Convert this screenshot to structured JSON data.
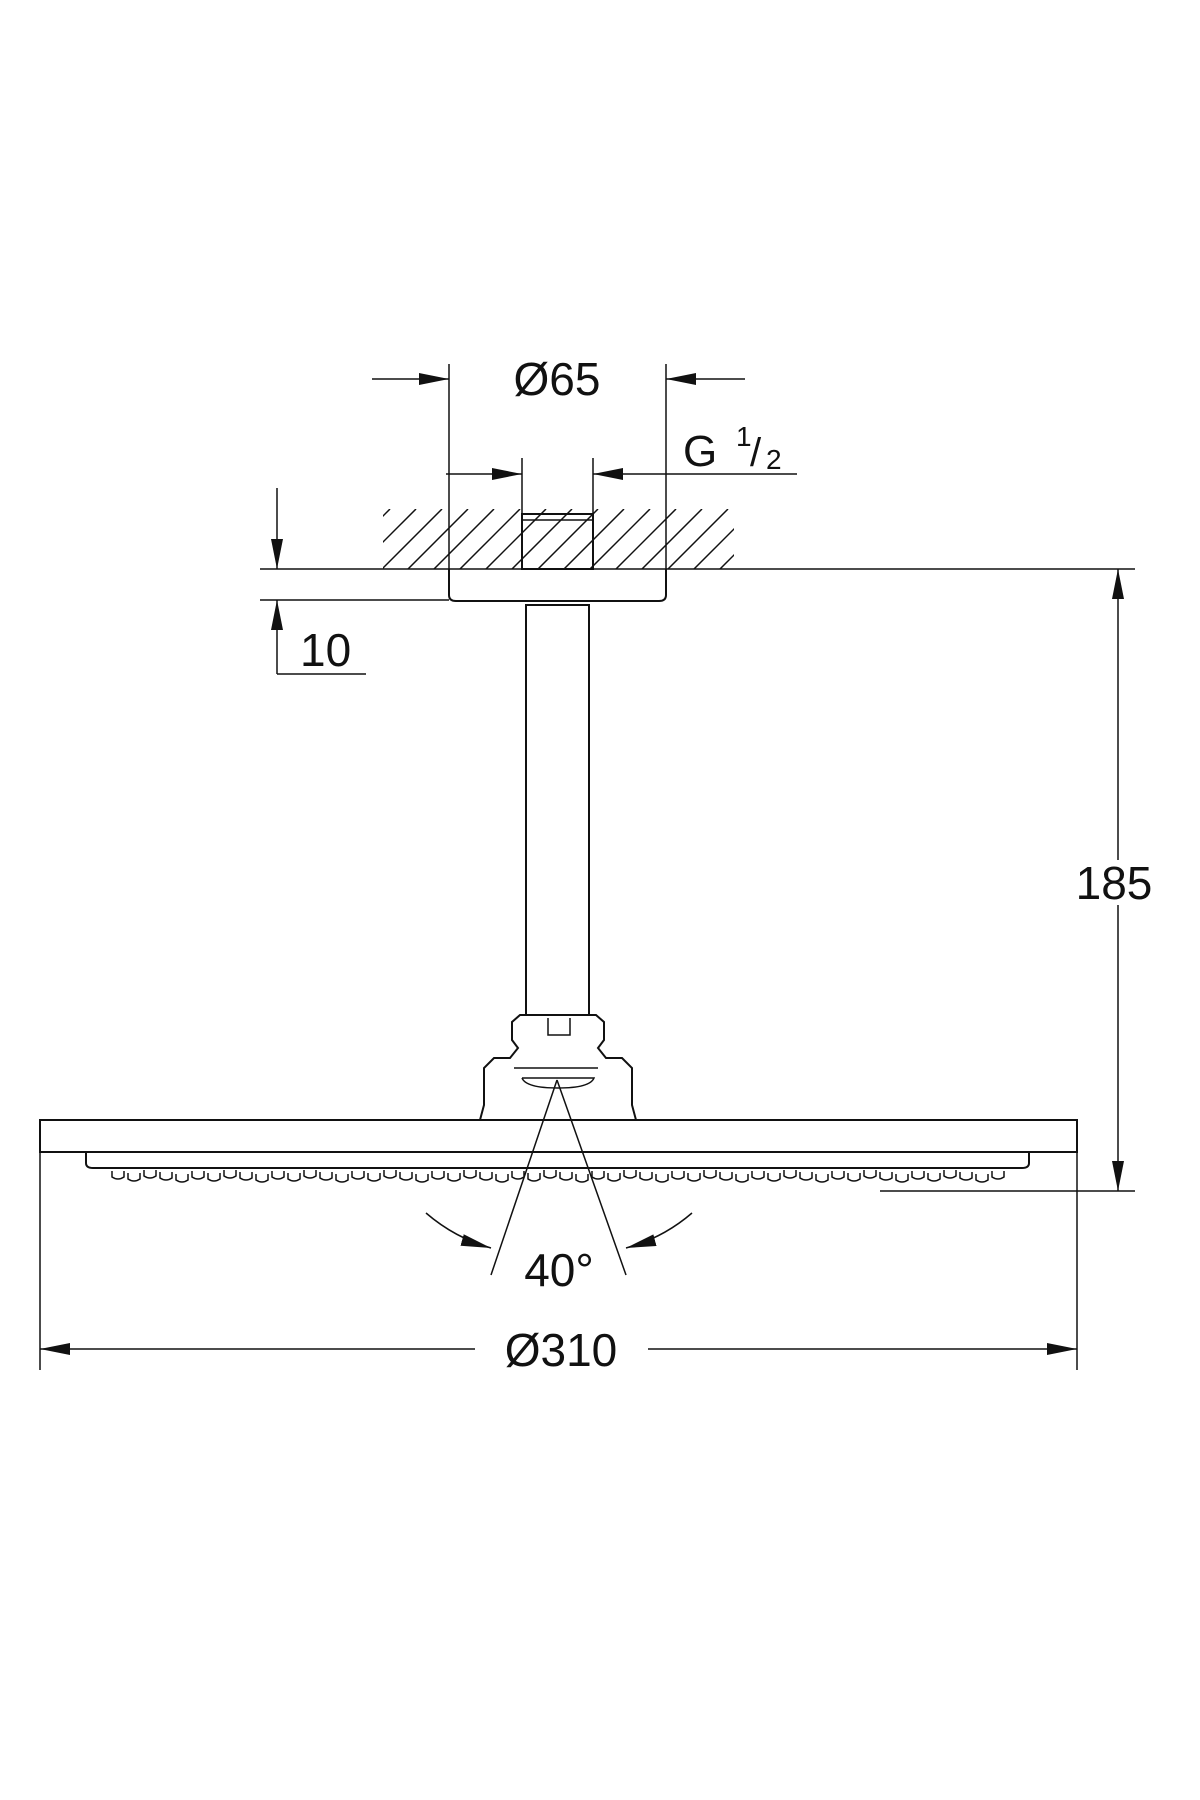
{
  "drawing": {
    "dimensions": {
      "flange_diameter": "Ø65",
      "thread_main": "G",
      "thread_num": "1",
      "thread_den": "2",
      "flange_height": "10",
      "total_height": "185",
      "spray_angle": "40°",
      "head_diameter": "Ø310"
    }
  }
}
